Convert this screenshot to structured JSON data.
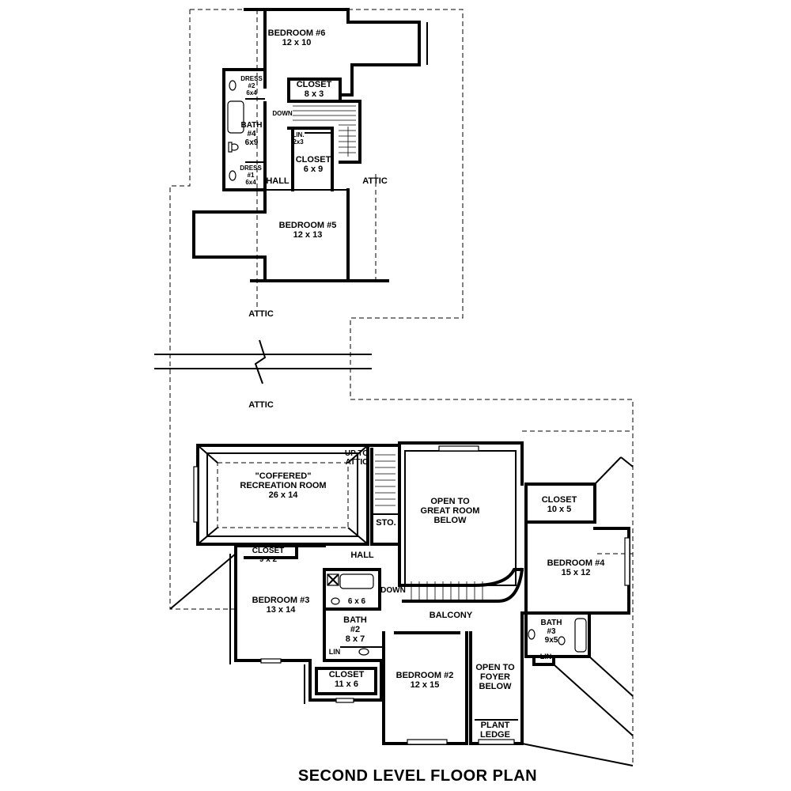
{
  "title": "SECOND LEVEL FLOOR PLAN",
  "rooms": [
    {
      "id": "bedroom-6",
      "lines": [
        "BEDROOM #6",
        "12 x 10"
      ]
    },
    {
      "id": "dress-2",
      "lines": [
        "DRESS",
        "#2",
        "6x4"
      ]
    },
    {
      "id": "closet-8x3",
      "lines": [
        "CLOSET",
        "8 x 3"
      ]
    },
    {
      "id": "down-upper",
      "lines": [
        "DOWN"
      ]
    },
    {
      "id": "bath-4",
      "lines": [
        "BATH",
        "#4",
        "6x9"
      ]
    },
    {
      "id": "lin-upper",
      "lines": [
        "LIN.",
        "2x3"
      ]
    },
    {
      "id": "closet-6x9",
      "lines": [
        "CLOSET",
        "6 x 9"
      ]
    },
    {
      "id": "dress-1",
      "lines": [
        "DRESS",
        "#1",
        "6x4"
      ]
    },
    {
      "id": "hall-upper",
      "lines": [
        "HALL"
      ]
    },
    {
      "id": "attic-right",
      "lines": [
        "ATTIC"
      ]
    },
    {
      "id": "bedroom-5",
      "lines": [
        "BEDROOM #5",
        "12 x 13"
      ]
    },
    {
      "id": "attic-1",
      "lines": [
        "ATTIC"
      ]
    },
    {
      "id": "attic-2",
      "lines": [
        "ATTIC"
      ]
    },
    {
      "id": "up-to-attic",
      "lines": [
        "UP TO",
        "ATTIC"
      ]
    },
    {
      "id": "recreation-room",
      "lines": [
        "\"COFFERED\"",
        "RECREATION ROOM",
        "26 x 14"
      ]
    },
    {
      "id": "sto",
      "lines": [
        "STO."
      ]
    },
    {
      "id": "open-great-room",
      "lines": [
        "OPEN TO",
        "GREAT ROOM",
        "BELOW"
      ]
    },
    {
      "id": "closet-10x5",
      "lines": [
        "CLOSET",
        "10 x 5"
      ]
    },
    {
      "id": "closet-9x2",
      "lines": [
        "CLOSET",
        "9 x 2"
      ]
    },
    {
      "id": "hall-lower",
      "lines": [
        "HALL"
      ]
    },
    {
      "id": "bedroom-4",
      "lines": [
        "BEDROOM #4",
        "15 x 12"
      ]
    },
    {
      "id": "down-lower",
      "lines": [
        "DOWN"
      ]
    },
    {
      "id": "room-6x6",
      "lines": [
        "6 x 6"
      ]
    },
    {
      "id": "bedroom-3",
      "lines": [
        "BEDROOM #3",
        "13 x 14"
      ]
    },
    {
      "id": "balcony",
      "lines": [
        "BALCONY"
      ]
    },
    {
      "id": "bath-2",
      "lines": [
        "BATH",
        "#2",
        "8 x 7"
      ]
    },
    {
      "id": "bath-3",
      "lines": [
        "BATH",
        "#3",
        "9x5"
      ]
    },
    {
      "id": "lin-lower-left",
      "lines": [
        "LIN"
      ]
    },
    {
      "id": "lin-lower-right",
      "lines": [
        "LIN"
      ]
    },
    {
      "id": "closet-11x6",
      "lines": [
        "CLOSET",
        "11 x 6"
      ]
    },
    {
      "id": "bedroom-2",
      "lines": [
        "BEDROOM #2",
        "12 x 15"
      ]
    },
    {
      "id": "open-foyer",
      "lines": [
        "OPEN TO",
        "FOYER",
        "BELOW"
      ]
    },
    {
      "id": "plant-ledge",
      "lines": [
        "PLANT",
        "LEDGE"
      ]
    }
  ]
}
